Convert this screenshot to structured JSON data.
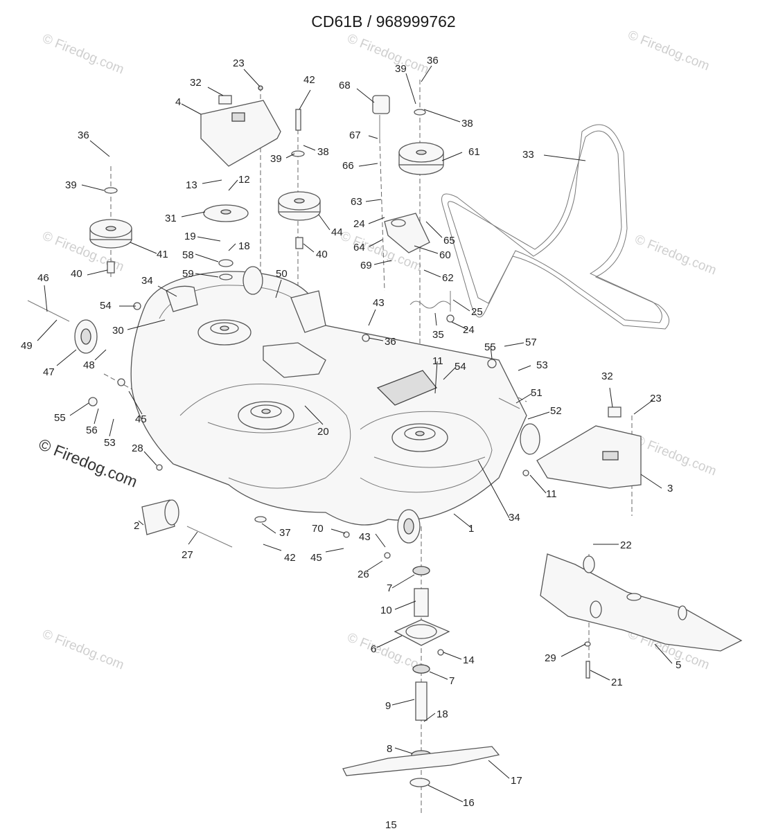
{
  "title": "CD61B / 968999762",
  "watermark": {
    "faint_text": "© Firedog.com",
    "main_text": "© Firedog.com"
  },
  "colors": {
    "line": "#555555",
    "text": "#222222",
    "watermark": "#cfcfcf"
  },
  "callouts": [
    {
      "id": "c-23-top",
      "text": "23"
    },
    {
      "id": "c-32-top",
      "text": "32"
    },
    {
      "id": "c-4",
      "text": "4"
    },
    {
      "id": "c-42-top",
      "text": "42"
    },
    {
      "id": "c-38-mid",
      "text": "38"
    },
    {
      "id": "c-39-mid",
      "text": "39"
    },
    {
      "id": "c-13",
      "text": "13"
    },
    {
      "id": "c-12",
      "text": "12"
    },
    {
      "id": "c-31",
      "text": "31"
    },
    {
      "id": "c-19",
      "text": "19"
    },
    {
      "id": "c-18-top",
      "text": "18"
    },
    {
      "id": "c-58",
      "text": "58"
    },
    {
      "id": "c-59",
      "text": "59"
    },
    {
      "id": "c-44",
      "text": "44"
    },
    {
      "id": "c-40-mid",
      "text": "40"
    },
    {
      "id": "c-50",
      "text": "50"
    },
    {
      "id": "c-36-left",
      "text": "36"
    },
    {
      "id": "c-39-left",
      "text": "39"
    },
    {
      "id": "c-41",
      "text": "41"
    },
    {
      "id": "c-40-left",
      "text": "40"
    },
    {
      "id": "c-46",
      "text": "46"
    },
    {
      "id": "c-34-top",
      "text": "34"
    },
    {
      "id": "c-54-left",
      "text": "54"
    },
    {
      "id": "c-30",
      "text": "30"
    },
    {
      "id": "c-49",
      "text": "49"
    },
    {
      "id": "c-48",
      "text": "48"
    },
    {
      "id": "c-47",
      "text": "47"
    },
    {
      "id": "c-55-left",
      "text": "55"
    },
    {
      "id": "c-56",
      "text": "56"
    },
    {
      "id": "c-45-left",
      "text": "45"
    },
    {
      "id": "c-53-left",
      "text": "53"
    },
    {
      "id": "c-28",
      "text": "28"
    },
    {
      "id": "c-20",
      "text": "20"
    },
    {
      "id": "c-2",
      "text": "2"
    },
    {
      "id": "c-27",
      "text": "27"
    },
    {
      "id": "c-37",
      "text": "37"
    },
    {
      "id": "c-42-bottom",
      "text": "42"
    },
    {
      "id": "c-70",
      "text": "70"
    },
    {
      "id": "c-45-bottom",
      "text": "45"
    },
    {
      "id": "c-43-bottom",
      "text": "43"
    },
    {
      "id": "c-26",
      "text": "26"
    },
    {
      "id": "c-1",
      "text": "1"
    },
    {
      "id": "c-34-bottom",
      "text": "34"
    },
    {
      "id": "c-68",
      "text": "68"
    },
    {
      "id": "c-67",
      "text": "67"
    },
    {
      "id": "c-66",
      "text": "66"
    },
    {
      "id": "c-39-right",
      "text": "39"
    },
    {
      "id": "c-36-right",
      "text": "36"
    },
    {
      "id": "c-38-right",
      "text": "38"
    },
    {
      "id": "c-61",
      "text": "61"
    },
    {
      "id": "c-33",
      "text": "33"
    },
    {
      "id": "c-63",
      "text": "63"
    },
    {
      "id": "c-24-top",
      "text": "24"
    },
    {
      "id": "c-65",
      "text": "65"
    },
    {
      "id": "c-64",
      "text": "64"
    },
    {
      "id": "c-60",
      "text": "60"
    },
    {
      "id": "c-69",
      "text": "69"
    },
    {
      "id": "c-62",
      "text": "62"
    },
    {
      "id": "c-43-mid",
      "text": "43"
    },
    {
      "id": "c-36-mid",
      "text": "36"
    },
    {
      "id": "c-35",
      "text": "35"
    },
    {
      "id": "c-25",
      "text": "25"
    },
    {
      "id": "c-24-mid",
      "text": "24"
    },
    {
      "id": "c-57",
      "text": "57"
    },
    {
      "id": "c-55-right",
      "text": "55"
    },
    {
      "id": "c-54-right",
      "text": "54"
    },
    {
      "id": "c-11-top",
      "text": "11"
    },
    {
      "id": "c-53-right",
      "text": "53"
    },
    {
      "id": "c-51",
      "text": "51"
    },
    {
      "id": "c-52",
      "text": "52"
    },
    {
      "id": "c-32-right",
      "text": "32"
    },
    {
      "id": "c-23-right",
      "text": "23"
    },
    {
      "id": "c-3",
      "text": "3"
    },
    {
      "id": "c-11-right",
      "text": "11"
    },
    {
      "id": "c-22",
      "text": "22"
    },
    {
      "id": "c-7-top",
      "text": "7"
    },
    {
      "id": "c-10",
      "text": "10"
    },
    {
      "id": "c-6",
      "text": "6"
    },
    {
      "id": "c-14",
      "text": "14"
    },
    {
      "id": "c-7-bottom",
      "text": "7"
    },
    {
      "id": "c-9",
      "text": "9"
    },
    {
      "id": "c-18-bottom",
      "text": "18"
    },
    {
      "id": "c-8",
      "text": "8"
    },
    {
      "id": "c-17",
      "text": "17"
    },
    {
      "id": "c-16",
      "text": "16"
    },
    {
      "id": "c-15",
      "text": "15"
    },
    {
      "id": "c-29",
      "text": "29"
    },
    {
      "id": "c-21",
      "text": "21"
    },
    {
      "id": "c-5",
      "text": "5"
    }
  ]
}
